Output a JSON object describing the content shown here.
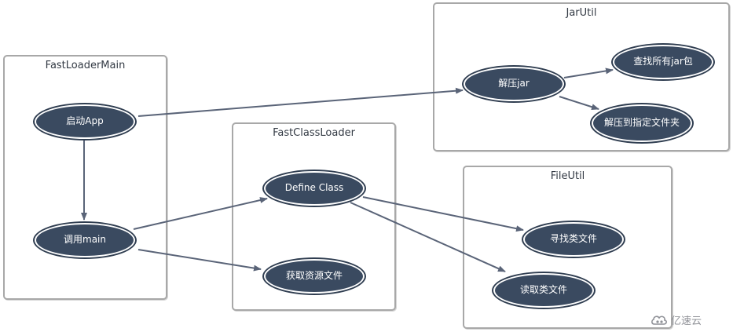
{
  "groups": {
    "fastloadermain": "FastLoaderMain",
    "fastclassloader": "FastClassLoader",
    "jarutil": "JarUtil",
    "fileutil": "FileUtil"
  },
  "nodes": {
    "start_app": "启动App",
    "call_main": "调用main",
    "define_class": "Define Class",
    "get_resource": "获取资源文件",
    "unzip_jar": "解压jar",
    "find_all_jars": "查找所有jar包",
    "unzip_to_dir": "解压到指定文件夹",
    "find_class_file": "寻找类文件",
    "read_class_file": "读取类文件"
  },
  "edges": [
    {
      "from": "start_app",
      "to": "unzip_jar"
    },
    {
      "from": "start_app",
      "to": "call_main"
    },
    {
      "from": "call_main",
      "to": "define_class"
    },
    {
      "from": "call_main",
      "to": "get_resource"
    },
    {
      "from": "unzip_jar",
      "to": "find_all_jars"
    },
    {
      "from": "unzip_jar",
      "to": "unzip_to_dir"
    },
    {
      "from": "define_class",
      "to": "find_class_file"
    },
    {
      "from": "define_class",
      "to": "read_class_file"
    }
  ],
  "watermark": "亿速云",
  "colors": {
    "node_fill": "#3a4a60",
    "arrow": "#5a6478",
    "group_border": "#a8a8a8"
  }
}
